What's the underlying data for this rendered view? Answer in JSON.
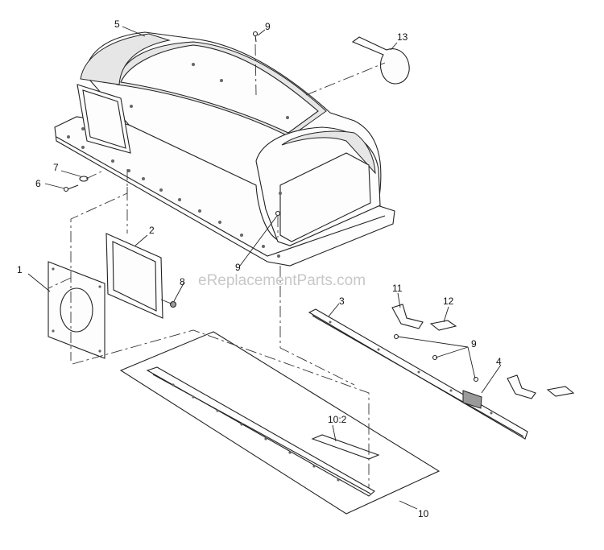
{
  "watermark": "eReplacementParts.com",
  "callouts": {
    "c1": "1",
    "c2": "2",
    "c3": "3",
    "c4": "4",
    "c5": "5",
    "c6": "6",
    "c7": "7",
    "c8": "8",
    "c9_top": "9",
    "c9_mid": "9",
    "c9_right": "9",
    "c10": "10",
    "c10_2": "10:2",
    "c11": "11",
    "c12": "12",
    "c13": "13"
  }
}
